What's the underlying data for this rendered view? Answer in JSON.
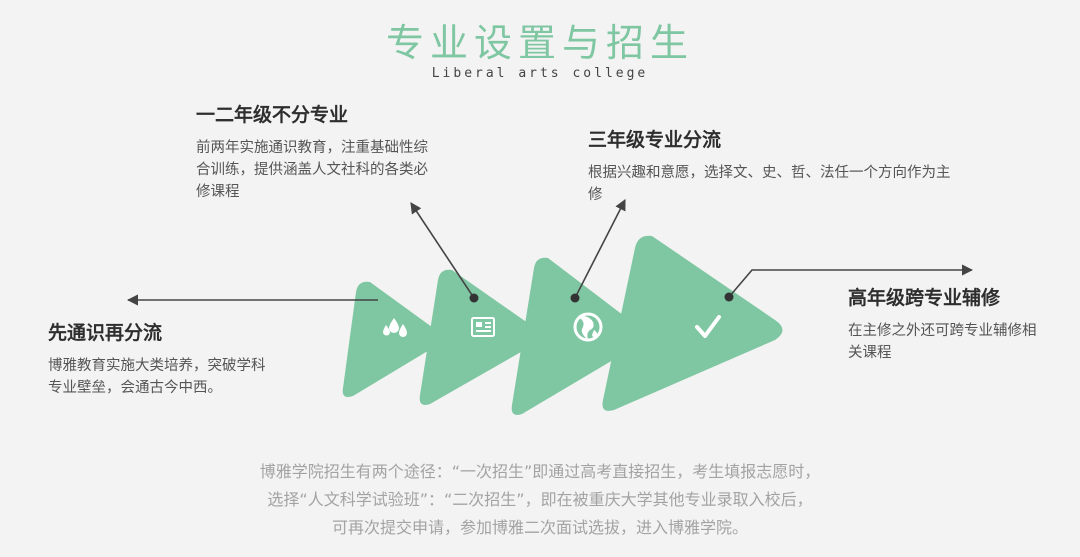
{
  "header": {
    "title": "专业设置与招生",
    "subtitle": "Liberal arts college"
  },
  "stages": [
    {
      "title": "先通识再分流",
      "body": "博雅教育实施大类培养，突破学科专业壁垒，会通古今中西。",
      "icon": "water-drops-icon"
    },
    {
      "title": "一二年级不分专业",
      "body": "前两年实施通识教育，注重基础性综合训练，提供涵盖人文社科的各类必修课程",
      "icon": "newspaper-icon"
    },
    {
      "title": "三年级专业分流",
      "body": "根据兴趣和意愿，选择文、史、哲、法任一个方向作为主修",
      "icon": "globe-icon"
    },
    {
      "title": "高年级跨专业辅修",
      "body": "在主修之外还可跨专业辅修相关课程",
      "icon": "checkmark-icon"
    }
  ],
  "footer": {
    "line1": "博雅学院招生有两个途径：“一次招生”即通过高考直接招生，考生填报志愿时，",
    "line2": "选择“人文科学试验班”：“二次招生”，即在被重庆大学其他专业录取入校后，",
    "line3": "可再次提交申请，参加博雅二次面试选拔，进入博雅学院。"
  },
  "colors": {
    "accent": "#7fc7a2",
    "arrow": "#444444"
  }
}
